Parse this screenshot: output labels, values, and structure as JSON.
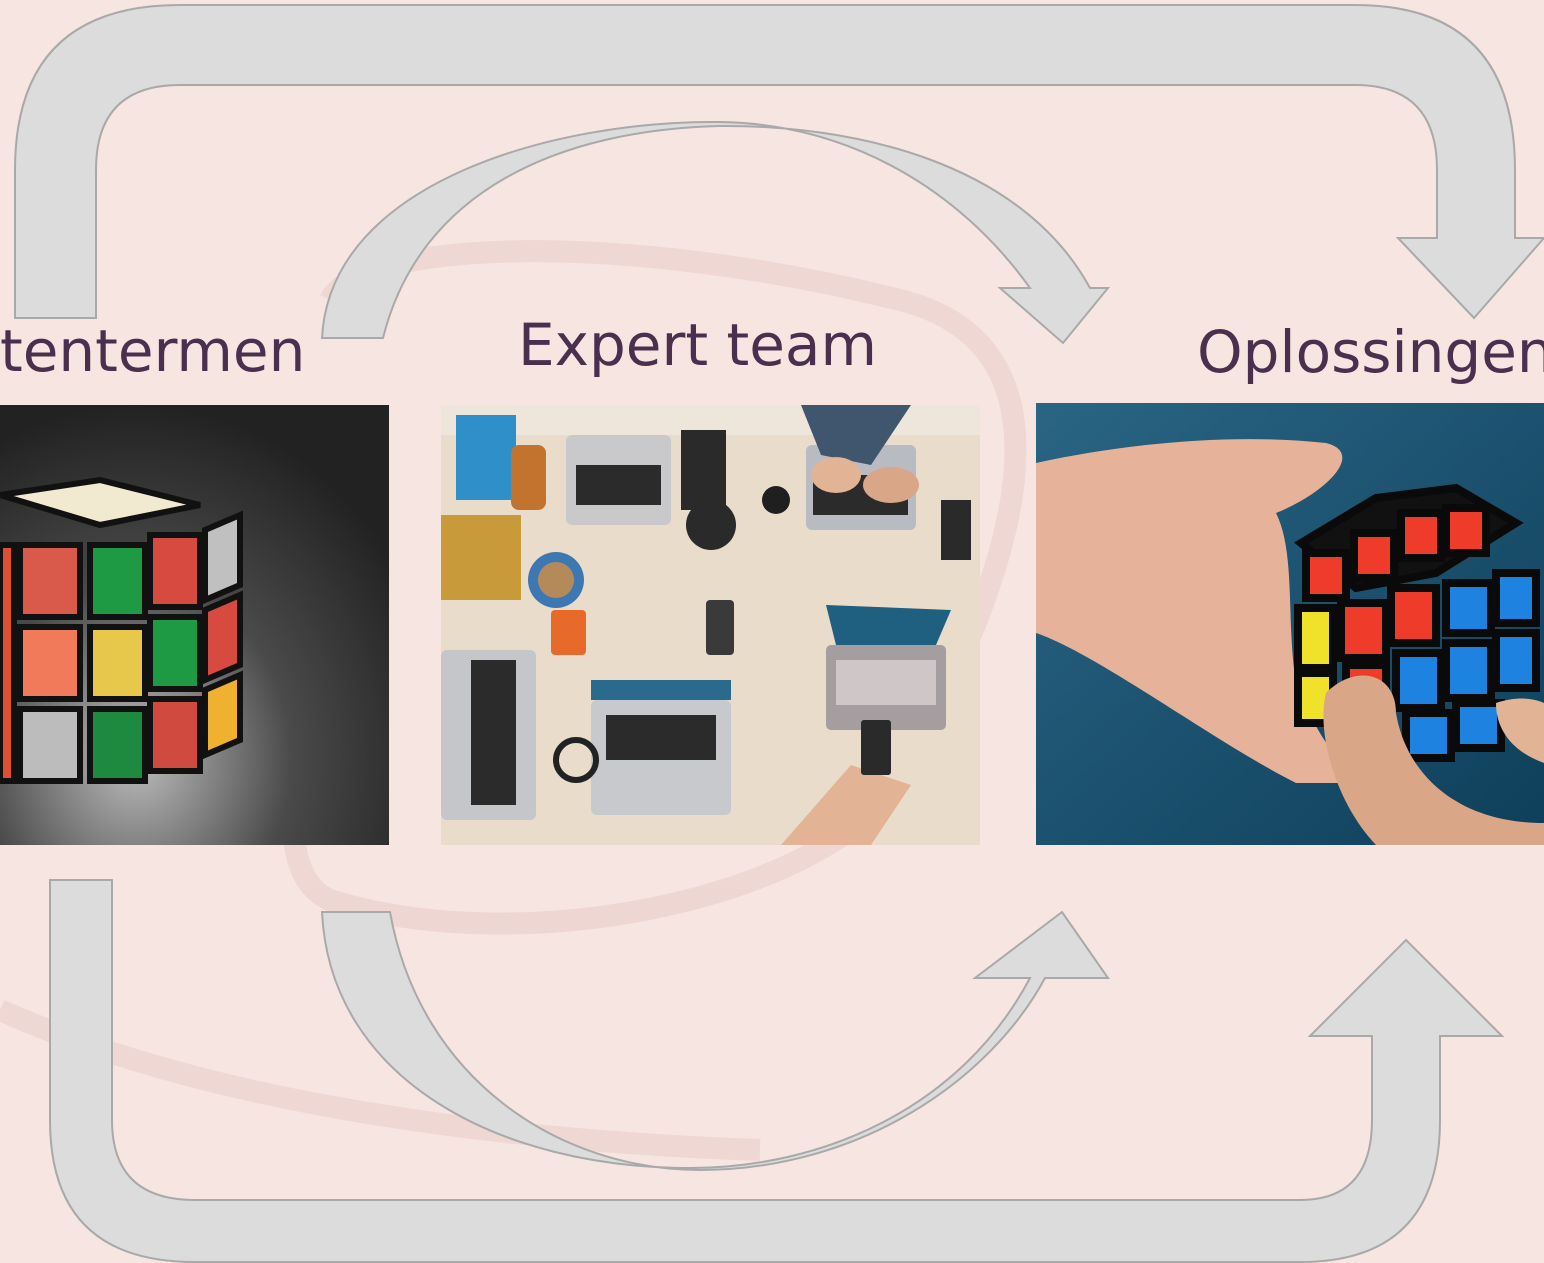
{
  "diagram": {
    "labels": {
      "left": "tentermen",
      "center": "Expert team",
      "right": "Oplossingen"
    },
    "images": {
      "left": "rubiks-cube-on-dark-background",
      "center": "team-working-with-laptops-top-view",
      "right": "hands-solving-rubiks-cube"
    },
    "colors": {
      "background": "#f7e5e1",
      "arrow_fill": "#dcdcdc",
      "arrow_stroke": "#a9a9a9",
      "label_text": "#4a2f4e"
    }
  }
}
